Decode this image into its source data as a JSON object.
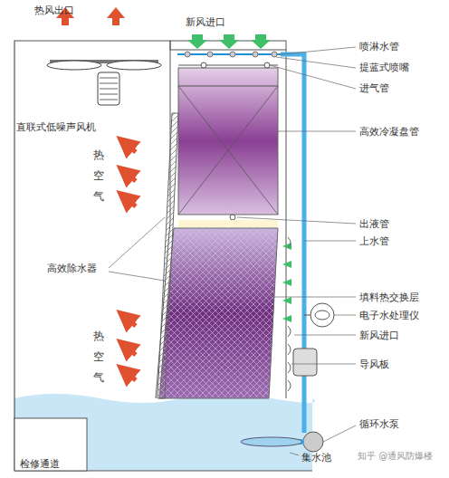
{
  "diagram": {
    "labels": [
      "热风出口",
      "新风进口",
      "喷淋水管",
      "提蓝式喷嘴",
      "进气管",
      "高效冷凝盘管",
      "直联式低噪声风机",
      "热空气",
      "高效除水器",
      "出液管",
      "上水管",
      "填料热交换层",
      "电子水处理仪",
      "热空气",
      "新风进口",
      "导风板",
      "循环水泵",
      "检修通道",
      "集水池",
      "知乎 @通风防爆楼"
    ]
  }
}
